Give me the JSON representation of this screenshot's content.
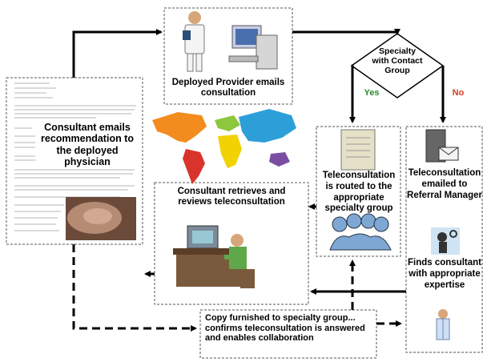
{
  "nodes": {
    "deployed_provider": "Deployed Provider emails consultation",
    "decision": "Specialty with Contact Group",
    "decision_yes": "Yes",
    "decision_no": "No",
    "consultant_emails": "Consultant emails recommendation to the deployed physician",
    "routed": "Teleconsultation is routed to the appropriate specialty group",
    "referral": "Teleconsultation emailed to Referral Manager",
    "finds": "Finds consultant with appropriate expertise",
    "retrieves": "Consultant retrieves and reviews teleconsultation",
    "copy": "Copy furnished to specialty group... confirms teleconsultation is answered and enables collaboration"
  },
  "colors": {
    "yes": "#2f8a2f",
    "no": "#d83a1e",
    "arrow": "#000000",
    "map_orange": "#f28c1e",
    "map_green": "#8dc63f",
    "map_yellow": "#f2d200",
    "map_blue": "#2d9fd8",
    "map_purple": "#7a4fa3",
    "map_red": "#d9342b"
  }
}
